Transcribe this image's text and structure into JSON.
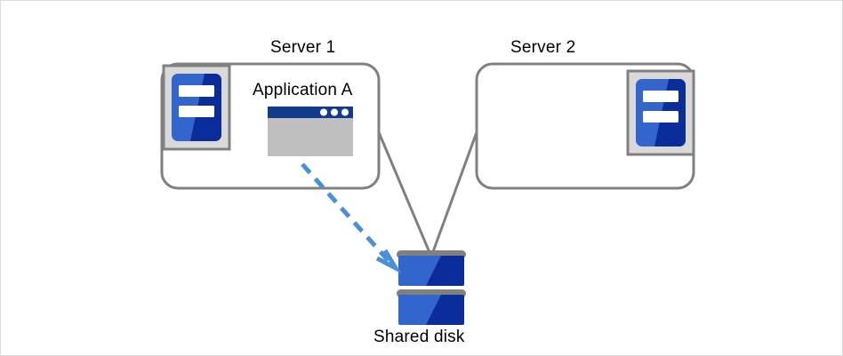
{
  "diagram": {
    "title_server1": "Server 1",
    "title_server2": "Server 2",
    "title_application": "Application  A",
    "title_shared_disk": "Shared disk",
    "colors": {
      "blue_light": "#3366CC",
      "blue_dark": "#0B2D9B",
      "titlebar_navy": "#123B8C",
      "gray_stroke": "#808080",
      "gray_fill": "#BFBFBF",
      "icon_bg": "#D9D9D9",
      "arrow_blue": "#4A90D9",
      "window_body": "#BFBFBF",
      "page_border": "#DDDDDD"
    },
    "nodes": [
      {
        "name": "server-1",
        "label": "Server 1",
        "icon": "server-icon",
        "contains": "Application  A"
      },
      {
        "name": "server-2",
        "label": "Server 2",
        "icon": "server-icon",
        "contains": ""
      },
      {
        "name": "shared-disk",
        "label": "Shared disk",
        "icon": "disk-icon"
      }
    ],
    "connectors": [
      {
        "name": "server1-to-disk",
        "style": "solid",
        "color": "#808080"
      },
      {
        "name": "server2-to-disk",
        "style": "solid",
        "color": "#808080"
      },
      {
        "name": "application-to-disk",
        "style": "dashed",
        "color": "#4A90D9",
        "arrow": true
      }
    ]
  }
}
